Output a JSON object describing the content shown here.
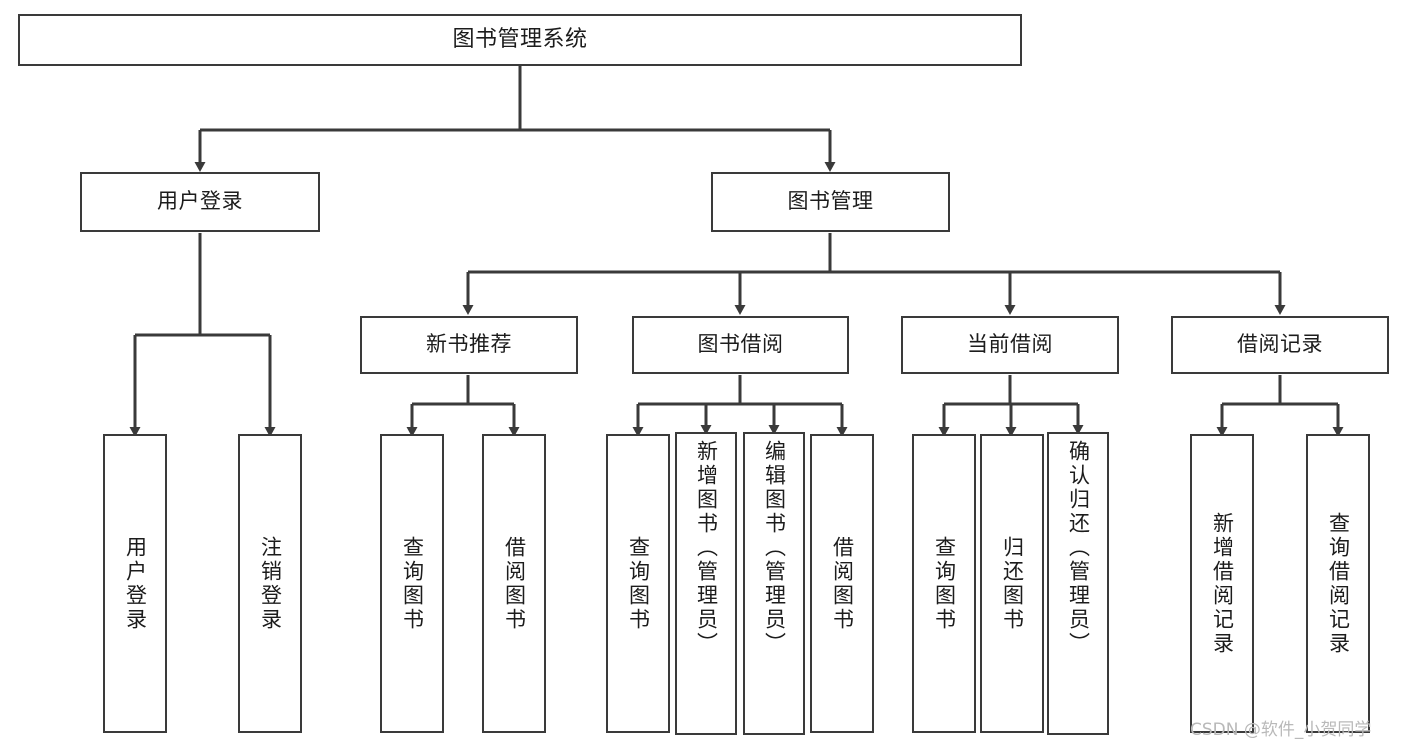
{
  "diagram": {
    "title": "图书管理系统",
    "type": "功能结构图",
    "line_color": "#3a3a3a",
    "box_fill": "#ffffff",
    "text_color": "#1c1c1c"
  },
  "root": {
    "label": "图书管理系统"
  },
  "level2": [
    {
      "label": "用户登录"
    },
    {
      "label": "图书管理"
    }
  ],
  "level3": [
    {
      "label": "新书推荐"
    },
    {
      "label": "图书借阅"
    },
    {
      "label": "当前借阅"
    },
    {
      "label": "借阅记录"
    }
  ],
  "leaves": [
    {
      "label": "用户登录",
      "parent": "用户登录"
    },
    {
      "label": "注销登录",
      "parent": "用户登录"
    },
    {
      "label": "查询图书",
      "parent": "新书推荐"
    },
    {
      "label": "借阅图书",
      "parent": "新书推荐"
    },
    {
      "label": "查询图书",
      "parent": "图书借阅"
    },
    {
      "label": "新增图书（管理员）",
      "parent": "图书借阅"
    },
    {
      "label": "编辑图书（管理员）",
      "parent": "图书借阅"
    },
    {
      "label": "借阅图书",
      "parent": "图书借阅"
    },
    {
      "label": "查询图书",
      "parent": "当前借阅"
    },
    {
      "label": "归还图书",
      "parent": "当前借阅"
    },
    {
      "label": "确认归还（管理员）",
      "parent": "当前借阅"
    },
    {
      "label": "新增借阅记录",
      "parent": "借阅记录"
    },
    {
      "label": "查询借阅记录",
      "parent": "借阅记录"
    }
  ],
  "watermark": {
    "text": "CSDN @软件_小贺同学",
    "color": "#b9b9b9"
  }
}
